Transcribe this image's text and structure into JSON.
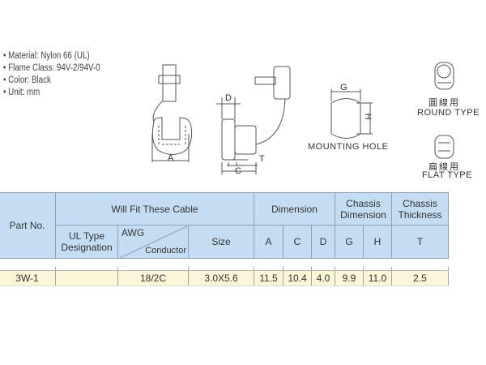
{
  "specs": [
    "Material: Nylon 66 (UL)",
    "Flame Class: 94V-2/94V-0",
    "Color: Black",
    "Unit: mm"
  ],
  "drawing": {
    "dim_a": "A",
    "dim_c": "C",
    "dim_d": "D",
    "dim_t": "T",
    "dim_g": "G",
    "dim_h": "H",
    "mounting_hole": "MOUNTING HOLE",
    "round_cjk": "圓線用",
    "round_type": "ROUND TYPE",
    "flat_cjk": "扁線用",
    "flat_type": "FLAT TYPE"
  },
  "table": {
    "headers": {
      "part_no": "Part No.",
      "will_fit": "Will Fit These Cable",
      "dimension": "Dimension",
      "chassis_dimension": "Chassis Dimension",
      "chassis_thickness": "Chassis Thickness",
      "ul_type": "UL Type Designation",
      "awg": "AWG",
      "conductor": "Conductor",
      "size": "Size",
      "a": "A",
      "c": "C",
      "d": "D",
      "g": "G",
      "h": "H",
      "t": "T"
    },
    "rows": [
      {
        "part": "3W-1",
        "ul": "",
        "awg": "18/2C",
        "size": "3.0X5.6",
        "a": "11.5",
        "c": "10.4",
        "d": "4.0",
        "g": "9.9",
        "h": "11.0",
        "t": "2.5"
      }
    ]
  }
}
